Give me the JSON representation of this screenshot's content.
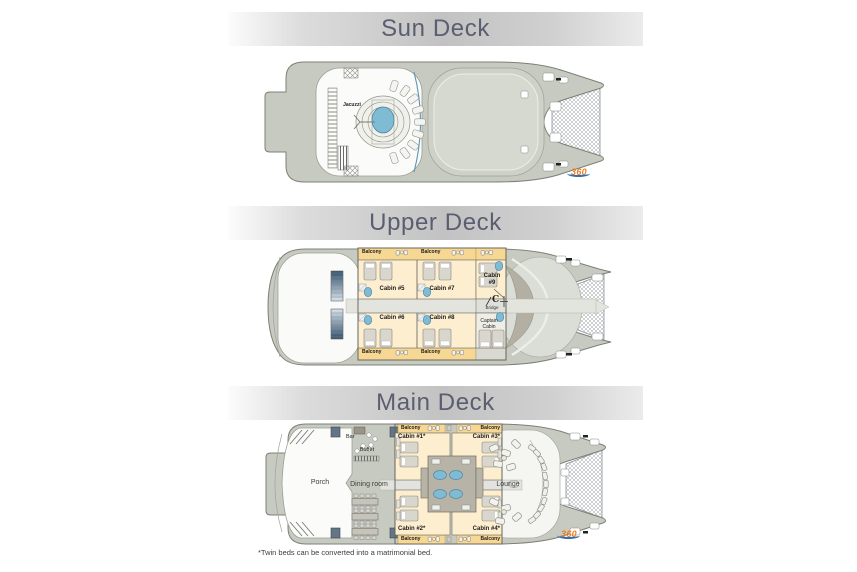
{
  "page": {
    "footnote": "*Twin beds can be converted into a matrimonial bed.",
    "logo": "360"
  },
  "colors": {
    "title_text": "#5b5e70",
    "hull_gray": "#c7cac1",
    "hull_outline": "#7d8076",
    "deck_floor": "#fbfbf9",
    "cabin_cream": "#fdeecf",
    "balcony_tan": "#f7d794",
    "water_blue": "#7fbcd4",
    "bridge_gray": "#b3afa3"
  },
  "decks": {
    "sun": {
      "title": "Sun Deck",
      "labels": {
        "jacuzzi": "Jacuzzi"
      }
    },
    "upper": {
      "title": "Upper Deck",
      "labels": {
        "balcony": "Balcony",
        "cabin5": "Cabin #5",
        "cabin7": "Cabin #7",
        "cabin9": "Cabin #9",
        "cabin6": "Cabin #6",
        "cabin8": "Cabin #8",
        "bridge": "Bridge",
        "captain_cabin": "Captain Cabin",
        "helm_mark": "C"
      }
    },
    "main": {
      "title": "Main Deck",
      "labels": {
        "balcony": "Balcony",
        "porch": "Porch",
        "bar": "Bar",
        "buffet": "Buffet",
        "dining_room": "Dining room",
        "lounge": "Lounge",
        "cabin1": "Cabin #1*",
        "cabin3": "Cabin #3*",
        "cabin2": "Cabin #2*",
        "cabin4": "Cabin #4*"
      }
    }
  }
}
